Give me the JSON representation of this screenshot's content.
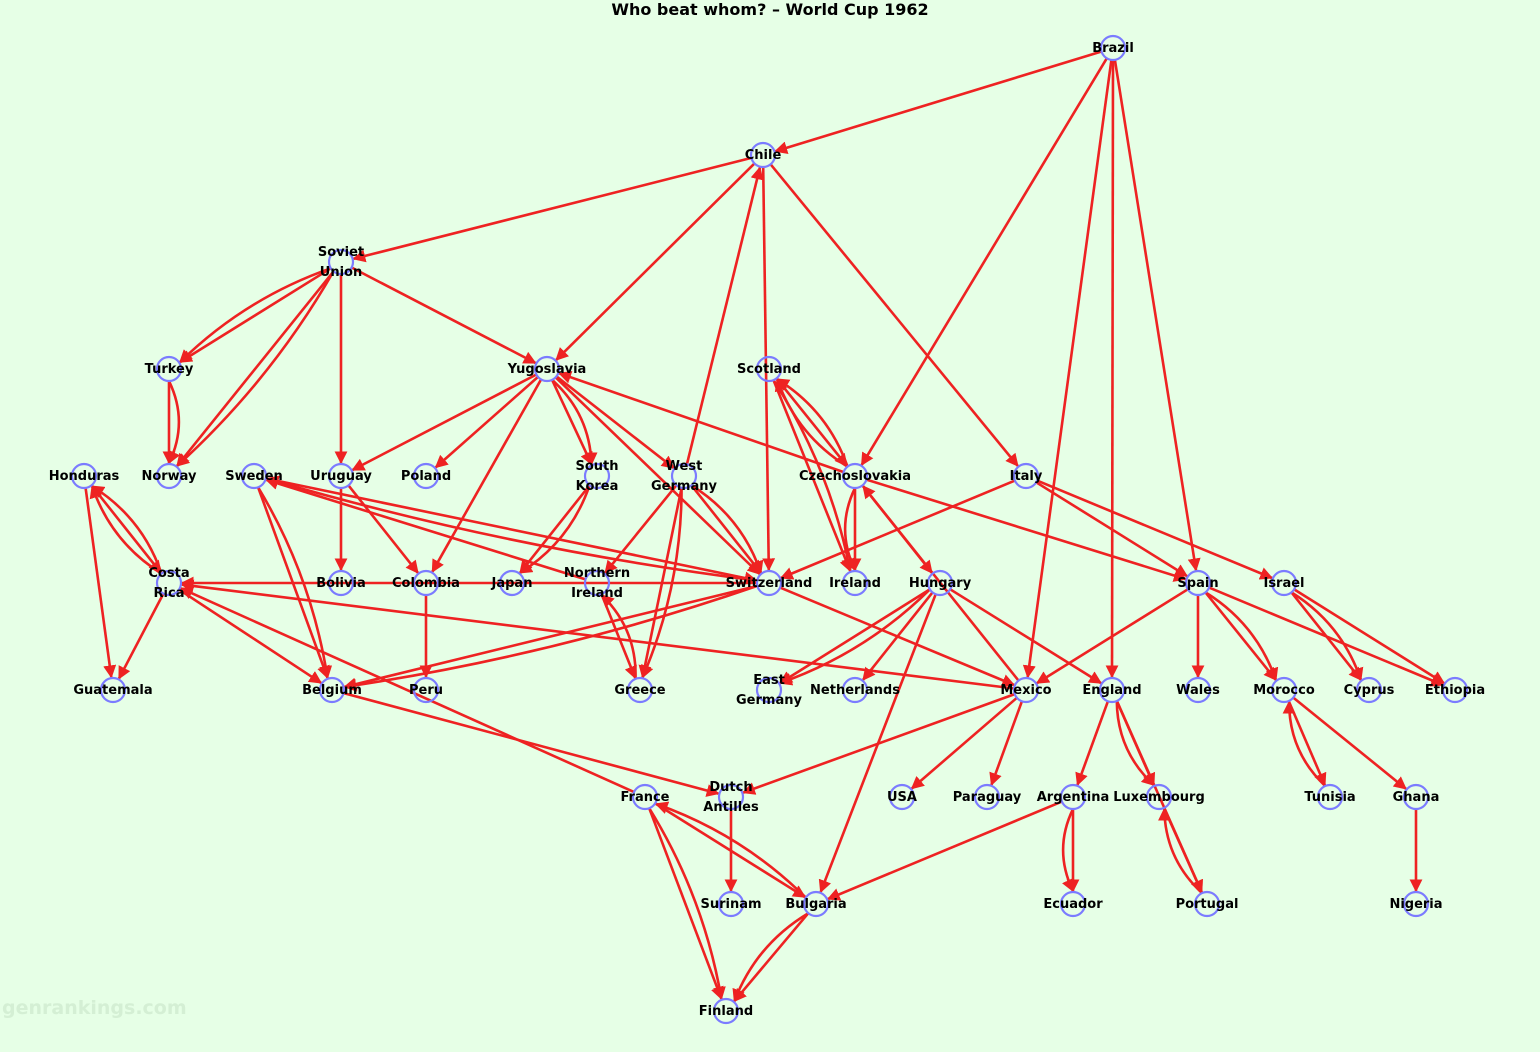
{
  "title": "Who beat whom? – World Cup 1962",
  "watermark": "genrankings.com",
  "colors": {
    "background": "#e6ffe6",
    "edge": "#ee2222",
    "node": "#7b7bff"
  },
  "nodes": [
    {
      "id": "brazil",
      "label": [
        "Brazil"
      ]
    },
    {
      "id": "chile",
      "label": [
        "Chile"
      ]
    },
    {
      "id": "soviet-union",
      "label": [
        "Soviet",
        "Union"
      ]
    },
    {
      "id": "turkey",
      "label": [
        "Turkey"
      ]
    },
    {
      "id": "yugoslavia",
      "label": [
        "Yugoslavia"
      ]
    },
    {
      "id": "scotland",
      "label": [
        "Scotland"
      ]
    },
    {
      "id": "honduras",
      "label": [
        "Honduras"
      ]
    },
    {
      "id": "norway",
      "label": [
        "Norway"
      ]
    },
    {
      "id": "sweden",
      "label": [
        "Sweden"
      ]
    },
    {
      "id": "uruguay",
      "label": [
        "Uruguay"
      ]
    },
    {
      "id": "poland",
      "label": [
        "Poland"
      ]
    },
    {
      "id": "south-korea",
      "label": [
        "South",
        "Korea"
      ]
    },
    {
      "id": "west-germany",
      "label": [
        "West",
        "Germany"
      ]
    },
    {
      "id": "czechoslovakia",
      "label": [
        "Czechoslovakia"
      ]
    },
    {
      "id": "italy",
      "label": [
        "Italy"
      ]
    },
    {
      "id": "costa-rica",
      "label": [
        "Costa",
        "Rica"
      ]
    },
    {
      "id": "bolivia",
      "label": [
        "Bolivia"
      ]
    },
    {
      "id": "colombia",
      "label": [
        "Colombia"
      ]
    },
    {
      "id": "japan",
      "label": [
        "Japan"
      ]
    },
    {
      "id": "northern-ireland",
      "label": [
        "Northern",
        "Ireland"
      ]
    },
    {
      "id": "switzerland",
      "label": [
        "Switzerland"
      ]
    },
    {
      "id": "ireland",
      "label": [
        "Ireland"
      ]
    },
    {
      "id": "hungary",
      "label": [
        "Hungary"
      ]
    },
    {
      "id": "spain",
      "label": [
        "Spain"
      ]
    },
    {
      "id": "israel",
      "label": [
        "Israel"
      ]
    },
    {
      "id": "guatemala",
      "label": [
        "Guatemala"
      ]
    },
    {
      "id": "belgium",
      "label": [
        "Belgium"
      ]
    },
    {
      "id": "peru",
      "label": [
        "Peru"
      ]
    },
    {
      "id": "greece",
      "label": [
        "Greece"
      ]
    },
    {
      "id": "east-germany",
      "label": [
        "East",
        "Germany"
      ]
    },
    {
      "id": "netherlands",
      "label": [
        "Netherlands"
      ]
    },
    {
      "id": "mexico",
      "label": [
        "Mexico"
      ]
    },
    {
      "id": "england",
      "label": [
        "England"
      ]
    },
    {
      "id": "wales",
      "label": [
        "Wales"
      ]
    },
    {
      "id": "morocco",
      "label": [
        "Morocco"
      ]
    },
    {
      "id": "cyprus",
      "label": [
        "Cyprus"
      ]
    },
    {
      "id": "ethiopia",
      "label": [
        "Ethiopia"
      ]
    },
    {
      "id": "france",
      "label": [
        "France"
      ]
    },
    {
      "id": "dutch-antilles",
      "label": [
        "Dutch",
        "Antilles"
      ]
    },
    {
      "id": "usa",
      "label": [
        "USA"
      ]
    },
    {
      "id": "paraguay",
      "label": [
        "Paraguay"
      ]
    },
    {
      "id": "argentina",
      "label": [
        "Argentina"
      ]
    },
    {
      "id": "luxembourg",
      "label": [
        "Luxembourg"
      ]
    },
    {
      "id": "tunisia",
      "label": [
        "Tunisia"
      ]
    },
    {
      "id": "ghana",
      "label": [
        "Ghana"
      ]
    },
    {
      "id": "surinam",
      "label": [
        "Surinam"
      ]
    },
    {
      "id": "bulgaria",
      "label": [
        "Bulgaria"
      ]
    },
    {
      "id": "ecuador",
      "label": [
        "Ecuador"
      ]
    },
    {
      "id": "portugal",
      "label": [
        "Portugal"
      ]
    },
    {
      "id": "nigeria",
      "label": [
        "Nigeria"
      ]
    },
    {
      "id": "finland",
      "label": [
        "Finland"
      ]
    }
  ],
  "edges": [
    [
      "brazil",
      "chile"
    ],
    [
      "brazil",
      "mexico"
    ],
    [
      "brazil",
      "spain"
    ],
    [
      "brazil",
      "czechoslovakia"
    ],
    [
      "brazil",
      "england"
    ],
    [
      "chile",
      "soviet-union"
    ],
    [
      "chile",
      "yugoslavia"
    ],
    [
      "chile",
      "switzerland"
    ],
    [
      "chile",
      "italy"
    ],
    [
      "soviet-union",
      "turkey"
    ],
    [
      "soviet-union",
      "turkey"
    ],
    [
      "soviet-union",
      "norway"
    ],
    [
      "soviet-union",
      "norway"
    ],
    [
      "soviet-union",
      "uruguay"
    ],
    [
      "soviet-union",
      "yugoslavia"
    ],
    [
      "turkey",
      "norway"
    ],
    [
      "turkey",
      "norway"
    ],
    [
      "yugoslavia",
      "uruguay"
    ],
    [
      "yugoslavia",
      "poland"
    ],
    [
      "yugoslavia",
      "south-korea"
    ],
    [
      "yugoslavia",
      "south-korea"
    ],
    [
      "yugoslavia",
      "west-germany"
    ],
    [
      "yugoslavia",
      "colombia"
    ],
    [
      "yugoslavia",
      "switzerland"
    ],
    [
      "czechoslovakia",
      "yugoslavia"
    ],
    [
      "scotland",
      "czechoslovakia"
    ],
    [
      "czechoslovakia",
      "scotland"
    ],
    [
      "czechoslovakia",
      "scotland"
    ],
    [
      "scotland",
      "ireland"
    ],
    [
      "scotland",
      "ireland"
    ],
    [
      "czechoslovakia",
      "ireland"
    ],
    [
      "czechoslovakia",
      "ireland"
    ],
    [
      "czechoslovakia",
      "spain"
    ],
    [
      "czechoslovakia",
      "hungary"
    ],
    [
      "mexico",
      "czechoslovakia"
    ],
    [
      "honduras",
      "costa-rica"
    ],
    [
      "costa-rica",
      "honduras"
    ],
    [
      "costa-rica",
      "honduras"
    ],
    [
      "honduras",
      "guatemala"
    ],
    [
      "costa-rica",
      "guatemala"
    ],
    [
      "costa-rica",
      "belgium"
    ],
    [
      "switzerland",
      "costa-rica"
    ],
    [
      "france",
      "costa-rica"
    ],
    [
      "sweden",
      "switzerland"
    ],
    [
      "switzerland",
      "sweden"
    ],
    [
      "northern-ireland",
      "sweden"
    ],
    [
      "sweden",
      "belgium"
    ],
    [
      "sweden",
      "belgium"
    ],
    [
      "uruguay",
      "bolivia"
    ],
    [
      "uruguay",
      "colombia"
    ],
    [
      "colombia",
      "peru"
    ],
    [
      "south-korea",
      "japan"
    ],
    [
      "south-korea",
      "japan"
    ],
    [
      "west-germany",
      "chile"
    ],
    [
      "west-germany",
      "switzerland"
    ],
    [
      "west-germany",
      "northern-ireland"
    ],
    [
      "west-germany",
      "greece"
    ],
    [
      "west-germany",
      "greece"
    ],
    [
      "west-germany",
      "switzerland"
    ],
    [
      "northern-ireland",
      "greece"
    ],
    [
      "greece",
      "northern-ireland"
    ],
    [
      "switzerland",
      "belgium"
    ],
    [
      "switzerland",
      "belgium"
    ],
    [
      "switzerland",
      "mexico"
    ],
    [
      "italy",
      "switzerland"
    ],
    [
      "italy",
      "israel"
    ],
    [
      "italy",
      "spain"
    ],
    [
      "hungary",
      "east-germany"
    ],
    [
      "hungary",
      "east-germany"
    ],
    [
      "hungary",
      "netherlands"
    ],
    [
      "hungary",
      "england"
    ],
    [
      "hungary",
      "bulgaria"
    ],
    [
      "spain",
      "mexico"
    ],
    [
      "spain",
      "wales"
    ],
    [
      "spain",
      "morocco"
    ],
    [
      "spain",
      "morocco"
    ],
    [
      "spain",
      "ethiopia"
    ],
    [
      "israel",
      "cyprus"
    ],
    [
      "israel",
      "cyprus"
    ],
    [
      "israel",
      "ethiopia"
    ],
    [
      "mexico",
      "dutch-antilles"
    ],
    [
      "mexico",
      "usa"
    ],
    [
      "mexico",
      "paraguay"
    ],
    [
      "mexico",
      "costa-rica"
    ],
    [
      "belgium",
      "dutch-antilles"
    ],
    [
      "england",
      "argentina"
    ],
    [
      "england",
      "luxembourg"
    ],
    [
      "england",
      "luxembourg"
    ],
    [
      "england",
      "portugal"
    ],
    [
      "morocco",
      "tunisia"
    ],
    [
      "tunisia",
      "morocco"
    ],
    [
      "morocco",
      "ghana"
    ],
    [
      "dutch-antilles",
      "surinam"
    ],
    [
      "ghana",
      "nigeria"
    ],
    [
      "argentina",
      "ecuador"
    ],
    [
      "argentina",
      "ecuador"
    ],
    [
      "argentina",
      "bulgaria"
    ],
    [
      "luxembourg",
      "portugal"
    ],
    [
      "portugal",
      "luxembourg"
    ],
    [
      "france",
      "bulgaria"
    ],
    [
      "bulgaria",
      "france"
    ],
    [
      "france",
      "finland"
    ],
    [
      "france",
      "finland"
    ],
    [
      "bulgaria",
      "finland"
    ],
    [
      "bulgaria",
      "finland"
    ]
  ]
}
